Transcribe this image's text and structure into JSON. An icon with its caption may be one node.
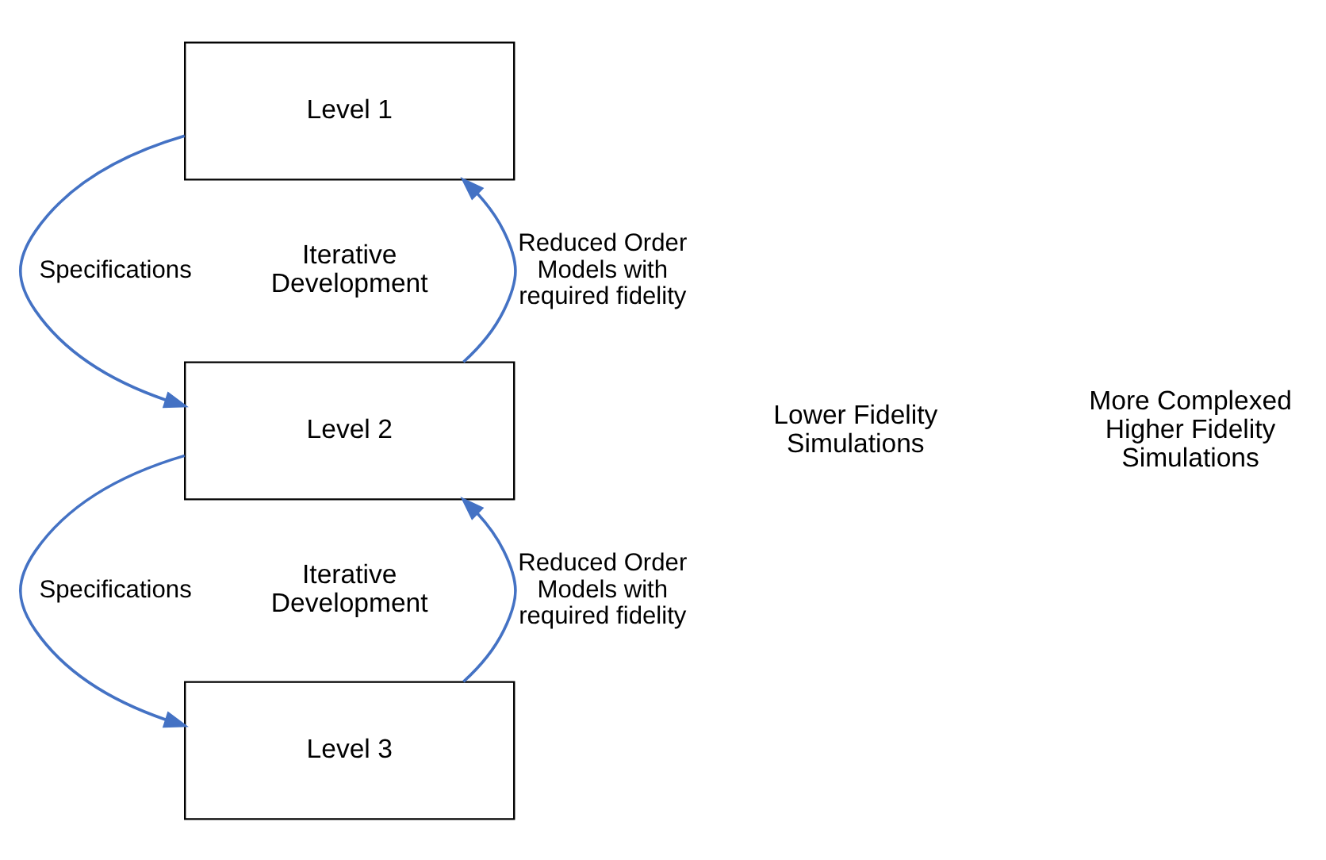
{
  "diagram": {
    "nodes": [
      {
        "text": [
          "Level 1"
        ]
      },
      {
        "text": [
          "Level 2"
        ]
      },
      {
        "text": [
          "Level 3"
        ]
      }
    ],
    "edges": [
      {
        "from": 0,
        "to": 1,
        "arrow": "to",
        "label": "Specifications"
      },
      {
        "from": 1,
        "to": 0,
        "arrow": "to",
        "label": "Reduced Order Models with required fidelity"
      },
      {
        "from": 1,
        "to": 2,
        "arrow": "to",
        "label": "Specifications"
      },
      {
        "from": 2,
        "to": 1,
        "arrow": "to",
        "label": "Reduced Order Models with required fidelity"
      }
    ],
    "labels": [
      "Iterative Development",
      "More Complexed Higher Fidelity Simulations",
      "Lower Fidelity Simulations",
      "Iterative Development"
    ]
  }
}
